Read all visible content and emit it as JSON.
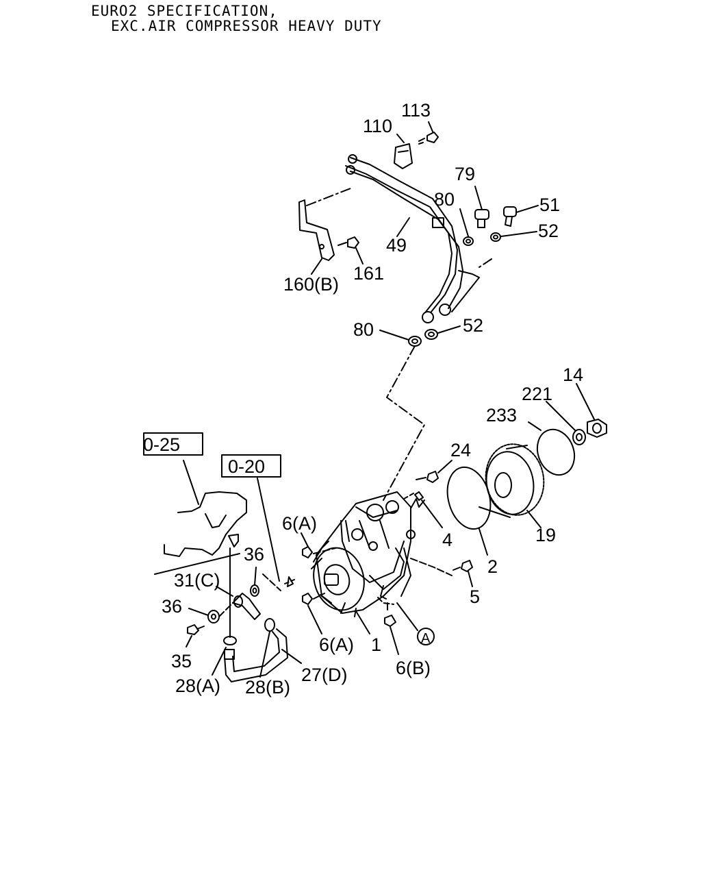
{
  "header": {
    "line1": "EURO2 SPECIFICATION,",
    "line2": "EXC.AIR COMPRESSOR HEAVY DUTY"
  },
  "references": {
    "ref_0_25": "0-25",
    "ref_0_20": "0-20"
  },
  "callouts": {
    "c113": "113",
    "c110": "110",
    "c79": "79",
    "c80_top": "80",
    "c51": "51",
    "c52_top": "52",
    "c49": "49",
    "c161": "161",
    "c160b": "160(B)",
    "c80_mid": "80",
    "c52_mid": "52",
    "c14": "14",
    "c221": "221",
    "c233": "233",
    "c24": "24",
    "c19": "19",
    "c6a_top": "6(A)",
    "c4": "4",
    "c2": "2",
    "c36_top": "36",
    "c31c": "31(C)",
    "c5": "5",
    "c36_left": "36",
    "c6a_bot": "6(A)",
    "c1": "1",
    "c_a": "A",
    "c35": "35",
    "c6b": "6(B)",
    "c28a": "28(A)",
    "c28b": "28(B)",
    "c27d": "27(D)"
  }
}
